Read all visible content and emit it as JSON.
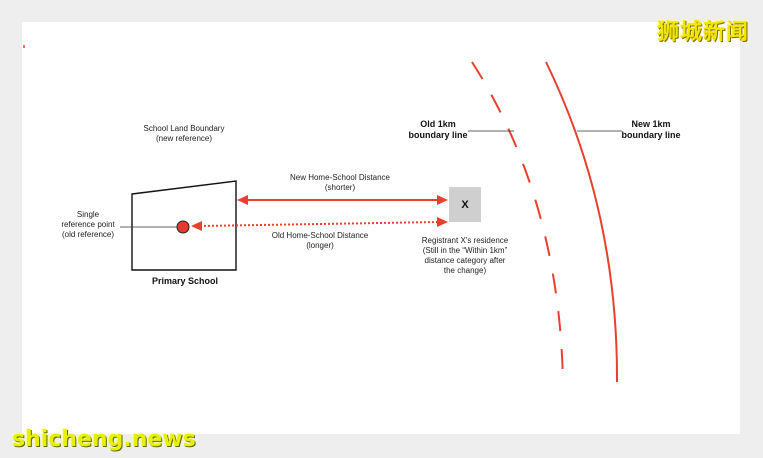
{
  "labels": {
    "school_land_boundary": [
      "School Land Boundary",
      "(new reference)"
    ],
    "single_reference": [
      "Single",
      "reference point",
      "(old reference)"
    ],
    "primary_school": "Primary School",
    "new_distance": [
      "New Home-School Distance",
      "(shorter)"
    ],
    "old_distance": [
      "Old Home-School Distance",
      "(longer)"
    ],
    "residence_marker": "X",
    "residence": [
      "Registrant X's residence",
      "(Still in the “Within 1km”",
      "distance category after",
      "the change)"
    ],
    "old_boundary": [
      "Old 1km",
      "boundary line"
    ],
    "new_boundary": [
      "New 1km",
      "boundary line"
    ]
  },
  "watermarks": {
    "top_right": "狮城新闻",
    "bottom_left": "shicheng.news"
  },
  "colors": {
    "accent_red": "#e8402f",
    "dot_fill": "#e53b2c",
    "residence_box": "#cfcfcf"
  }
}
